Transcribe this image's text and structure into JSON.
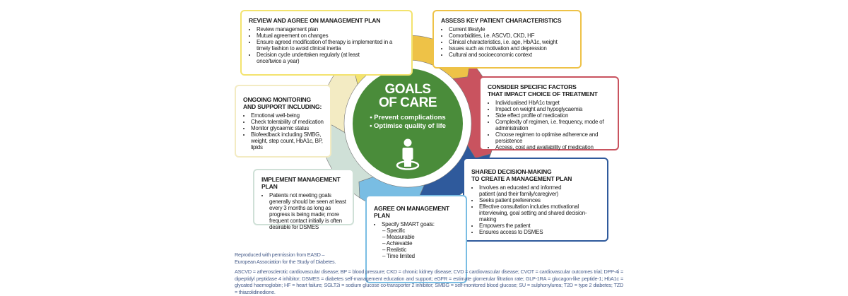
{
  "center": {
    "title_line1": "GOALS",
    "title_line2": "OF CARE",
    "bullets": [
      "Prevent complications",
      "Optimise quality of life"
    ],
    "icon": "person-icon"
  },
  "boxes": {
    "review": {
      "title": "REVIEW AND AGREE ON MANAGEMENT PLAN",
      "items": [
        "Review management plan",
        "Mutual agreement on changes",
        "Ensure agreed modification of therapy is implemented in a timely fashion to avoid clinical inertia",
        "Decision cycle undertaken regularly (at least once/twice a year)"
      ]
    },
    "assess": {
      "title": "ASSESS KEY PATIENT CHARACTERISTICS",
      "items": [
        "Current lifestyle",
        "Comorbidities, i.e. ASCVD, CKD, HF",
        "Clinical characteristics, i.e. age, HbA1c, weight",
        "Issues such as motivation and depression",
        "Cultural and socioeconomic context"
      ]
    },
    "consider": {
      "title_line1": "CONSIDER SPECIFIC FACTORS",
      "title_line2": "THAT IMPACT CHOICE OF TREATMENT",
      "items": [
        "Individualised HbA1c target",
        "Impact on weight and hypoglycaemia",
        "Side effect profile of medication",
        "Complexity of regimen, i.e. frequency, mode of administration",
        "Choose regimen to optimise adherence and persistence",
        "Access, cost and availability of medication"
      ]
    },
    "shared": {
      "title_line1": "SHARED DECISION-MAKING",
      "title_line2": "TO CREATE A MANAGEMENT PLAN",
      "items": [
        "Involves an educated and informed patient (and their family/caregiver)",
        "Seeks patient preferences",
        "Effective consultation includes motivational interviewing, goal setting and shared decision-making",
        "Empowers the patient",
        "Ensures access to DSMES"
      ]
    },
    "agree": {
      "title": "AGREE ON MANAGEMENT PLAN",
      "item": "Specify SMART goals:",
      "subitems": [
        "Specific",
        "Measurable",
        "Achievable",
        "Realistic",
        "Time limited"
      ]
    },
    "implement": {
      "title": "IMPLEMENT MANAGEMENT PLAN",
      "items": [
        "Patients not meeting goals generally should be seen at least every 3 months as long as progress is being made; more frequent contact initially is often desirable for DSMES"
      ]
    },
    "ongoing": {
      "title_line1": "ONGOING MONITORING",
      "title_line2": "AND SUPPORT INCLUDING:",
      "items": [
        "Emotional well-being",
        "Check tolerability of medication",
        "Monitor glycaemic status",
        "Biofeedback including SMBG, weight, step count, HbA1c, BP, lipids"
      ]
    }
  },
  "footer": {
    "credit_line1": "Reproduced with permission from EASD –",
    "credit_line2": "European Association for the Study of Diabetes.",
    "abbreviations": "ASCVD = atherosclerotic cardiovascular disease; BP = blood pressure; CKD = chronic kidney disease; CVD = cardiovascular disease; CVOT = cardiovascular outcomes trial; DPP-4i = dipeptidyl peptidase 4 inhibitor; DSMES = diabetes self-management education and support; eGFR = estimate glomerular filtration rate; GLP-1RA = glucagon-like peptide-1; HbA1c = glycated haemoglobin; HF = heart failure; SGLT2i = sodium glucose co-transporter 2 inhibitor; SMBG = self-monitored blood glucose; SU = sulphonylurea; T2D = type 2 diabetes; TZD = thiazolidinedione."
  },
  "colors": {
    "center": "#4a8c3a",
    "review": "#f3e36e",
    "assess": "#eec247",
    "consider": "#c9535f",
    "shared": "#2f5a9c",
    "agree": "#79bde3",
    "implement": "#cfe0d7",
    "ongoing": "#f3ebc3"
  }
}
